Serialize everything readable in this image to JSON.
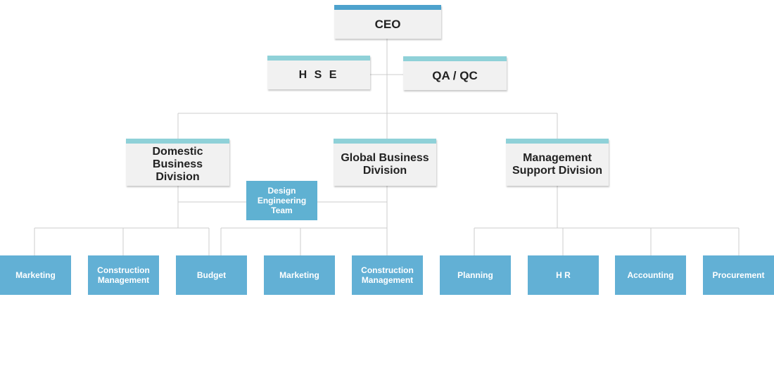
{
  "org_chart": {
    "ceo": "CEO",
    "staff": {
      "hse": "H S E",
      "qa_qc": "QA / QC"
    },
    "divisions": {
      "domestic": "Domestic Business Division",
      "global": "Global Business Division",
      "management": "Management Support Division"
    },
    "design_team": "Design Engineering Team",
    "teams": [
      "Marketing",
      "Construction Management",
      "Budget",
      "Marketing",
      "Construction Management",
      "Planning",
      "H R",
      "Accounting",
      "Procurement"
    ]
  },
  "colors": {
    "ceo_bar": "#4da2cd",
    "header_bar": "#8fd1d8",
    "box_fill": "#f1f1f1",
    "team_fill": "#62b0d5",
    "connector": "#cccccc"
  }
}
